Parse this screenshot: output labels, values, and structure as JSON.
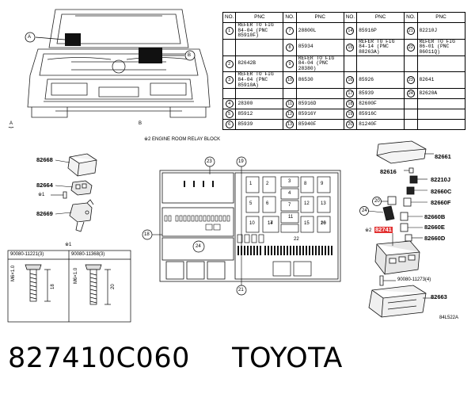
{
  "top_callouts": {
    "a": "A",
    "b": "B"
  },
  "table": {
    "headers": [
      "NO.",
      "PNC",
      "NO.",
      "PNC",
      "NO.",
      "PNC",
      "NO.",
      "PNC"
    ],
    "rows": [
      [
        [
          "1",
          "REFER TO FIG 84-04 (PNC 85910F)"
        ],
        [
          "7",
          "28800L"
        ],
        [
          "14",
          "85916P"
        ],
        [
          "21",
          "82210J"
        ]
      ],
      [
        [
          "",
          ""
        ],
        [
          "8",
          "85934"
        ],
        [
          "15",
          "REFER TO FIG 84-14 (PNC 88263A)"
        ],
        [
          "22",
          "REFER TO FIG 86-01 (PNC 86011Q)"
        ]
      ],
      [
        [
          "2",
          "82642B"
        ],
        [
          "9",
          "REFER TO FIG 84-04 (PNC 28380)"
        ],
        [
          "",
          ""
        ],
        [
          "",
          ""
        ]
      ],
      [
        [
          "3",
          "REFER TO FIG 84-04 (PNC 85910A)"
        ],
        [
          "10",
          "86530"
        ],
        [
          "16",
          "85926"
        ],
        [
          "23",
          "82641"
        ]
      ],
      [
        [
          "",
          ""
        ],
        [
          "",
          ""
        ],
        [
          "17",
          "85939"
        ],
        [
          "24",
          "82620A"
        ]
      ],
      [
        [
          "4",
          "28300"
        ],
        [
          "11",
          "85916D"
        ],
        [
          "18",
          "82600F"
        ],
        [
          "",
          ""
        ]
      ],
      [
        [
          "5",
          "85912"
        ],
        [
          "12",
          "85916Y"
        ],
        [
          "19",
          "85916C"
        ],
        [
          "",
          ""
        ]
      ],
      [
        [
          "6",
          "85939"
        ],
        [
          "13",
          "85940F"
        ],
        [
          "20",
          "81240F"
        ],
        [
          "",
          ""
        ]
      ]
    ]
  },
  "section_a": {
    "marker": "A",
    "labels": {
      "p1": "82668",
      "p2": "82664",
      "p3": "82669",
      "star": "※1"
    },
    "bolts": {
      "ref": "※1",
      "left": "90080-11221(3)",
      "right": "90080-11368(3)",
      "l_m": "M6×1.0",
      "l_len": "18",
      "r_m": "M6×1.0",
      "r_len": "20"
    }
  },
  "section_b": {
    "marker": "B",
    "title": "※2 ENGINE ROOM RELAY BLOCK",
    "box_callouts": {
      "c23": "23",
      "c19": "19",
      "c18": "18",
      "c24": "24",
      "c21": "21"
    },
    "slot_numbers": [
      "1",
      "2",
      "3",
      "4",
      "5",
      "6",
      "7",
      "8",
      "9",
      "10",
      "11",
      "12",
      "13",
      "14",
      "15",
      "16",
      "17",
      "20",
      "22"
    ],
    "parts": {
      "p82661": "82661",
      "p82616": "82616",
      "p82210j": "82210J",
      "p82660c": "82660C",
      "p82660f": "82660F",
      "p82660b": "82660B",
      "p82660e": "82660E",
      "p82660d": "82660D",
      "p82741": "82741",
      "star2": "※2",
      "bolt": "90080-11273(4)",
      "p82663": "82663",
      "c20": "20",
      "c24b": "24"
    },
    "ref_code": "84L522A"
  },
  "footer": {
    "part_number": "827410C060",
    "brand": "TOYOTA"
  }
}
